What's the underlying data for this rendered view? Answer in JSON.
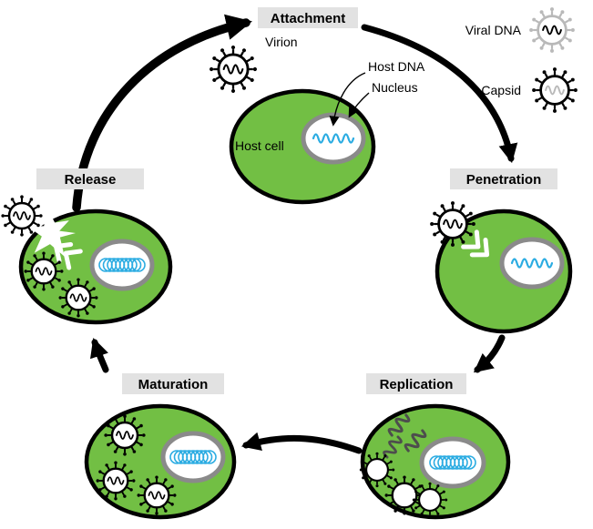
{
  "figure": {
    "type": "viral-replication-cycle-diagram",
    "stages": {
      "attachment": {
        "label": "Attachment"
      },
      "penetration": {
        "label": "Penetration"
      },
      "replication": {
        "label": "Replication"
      },
      "maturation": {
        "label": "Maturation"
      },
      "release": {
        "label": "Release"
      }
    },
    "annotations": {
      "virion": "Virion",
      "host_dna": "Host DNA",
      "nucleus": "Nucleus",
      "host_cell": "Host cell"
    },
    "legend": {
      "viral_dna": "Viral DNA",
      "capsid": "Capsid"
    },
    "colors": {
      "cell_fill": "#72bf44",
      "cell_outline": "#000000",
      "nucleus_ring": "#8a8a8a",
      "nucleus_fill": "#ffffff",
      "dna_blue": "#2bace2",
      "stage_label_bg": "#e2e2e2",
      "free_viral_dna_strand": "#4d4d4d",
      "legend_gray": "#b9b9b9"
    }
  }
}
